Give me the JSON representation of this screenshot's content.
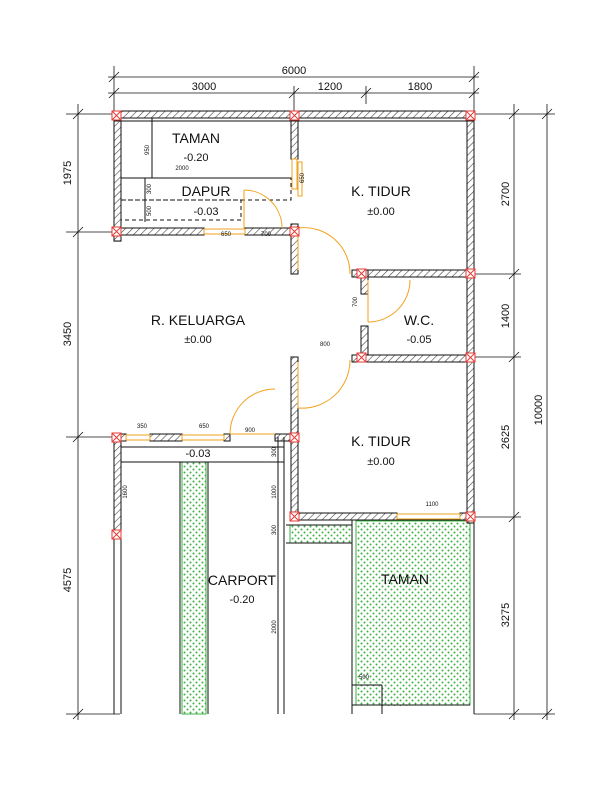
{
  "rooms": {
    "taman_top": {
      "name": "TAMAN",
      "level": "-0.20"
    },
    "dapur": {
      "name": "DAPUR",
      "level": "-0.03"
    },
    "tidur1": {
      "name": "K. TIDUR",
      "level": "±0.00"
    },
    "keluarga": {
      "name": "R. KELUARGA",
      "level": "±0.00"
    },
    "wc": {
      "name": "W.C.",
      "level": "-0.05"
    },
    "tidur2": {
      "name": "K. TIDUR",
      "level": "±0.00"
    },
    "teras": {
      "level": "-0.03"
    },
    "carport": {
      "name": "CARPORT",
      "level": "-0.20"
    },
    "taman_bottom": {
      "name": "TAMAN"
    }
  },
  "dims": {
    "top_total": "6000",
    "top_left": "3000",
    "top_mid": "1200",
    "top_right": "1800",
    "left_1": "1975",
    "left_2": "3450",
    "left_3": "4575",
    "right_1": "2700",
    "right_2": "1400",
    "right_3": "2625",
    "right_4": "3275",
    "right_total": "10000"
  },
  "small_dims": {
    "d950": "950",
    "d2000a": "2000",
    "d300a": "300",
    "d500a": "500",
    "d650a": "650",
    "d650b": "650",
    "d700a": "700",
    "d700b": "700",
    "d800": "800",
    "d350": "350",
    "d650c": "650",
    "d900": "900",
    "d300b": "300",
    "d1000": "1000",
    "d1100": "1100",
    "d1600": "1600",
    "d300c": "300",
    "d2000b": "2000",
    "d500b": "500"
  },
  "colors": {
    "wall": "#555555",
    "column_mark": "#e53935",
    "door_arc": "#f2a11e",
    "grass": "#3cb043",
    "line": "#111111"
  }
}
